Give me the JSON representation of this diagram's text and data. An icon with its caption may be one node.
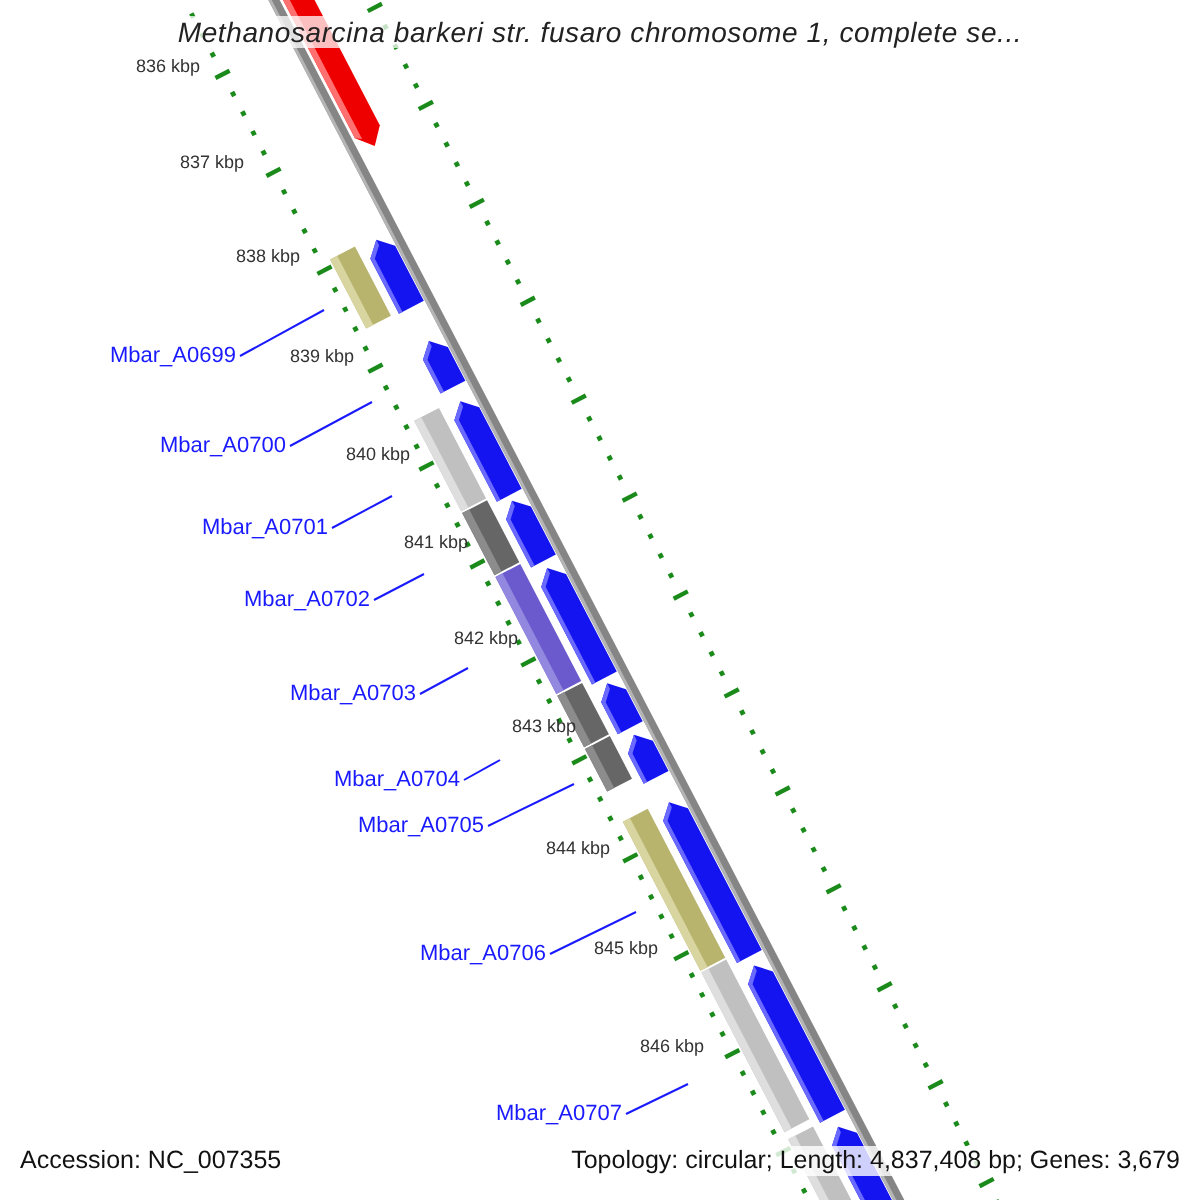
{
  "diagram": {
    "title": "Methanosarcina barkeri str. fusaro chromosome 1, complete se...",
    "nodes": [
      {
        "text": [
          "Mbar_A0699"
        ]
      },
      {
        "text": [
          "Mbar_A0700"
        ]
      },
      {
        "text": [
          "Mbar_A0701"
        ]
      },
      {
        "text": [
          "Mbar_A0702"
        ]
      },
      {
        "text": [
          "Mbar_A0703"
        ]
      },
      {
        "text": [
          "Mbar_A0704"
        ]
      },
      {
        "text": [
          "Mbar_A0705"
        ]
      },
      {
        "text": [
          "Mbar_A0706"
        ]
      },
      {
        "text": [
          "Mbar_A0707"
        ]
      }
    ],
    "edges": [
      {
        "from": 0,
        "to": null,
        "arrow": "none"
      },
      {
        "from": 1,
        "to": null,
        "arrow": "none"
      },
      {
        "from": 2,
        "to": null,
        "arrow": "none"
      },
      {
        "from": 3,
        "to": null,
        "arrow": "none"
      },
      {
        "from": 4,
        "to": null,
        "arrow": "none"
      },
      {
        "from": 5,
        "to": null,
        "arrow": "none"
      },
      {
        "from": 6,
        "to": null,
        "arrow": "none"
      },
      {
        "from": 7,
        "to": null,
        "arrow": "none"
      },
      {
        "from": 8,
        "to": null,
        "arrow": "none"
      }
    ],
    "labels": [
      "836 kbp",
      "837 kbp",
      "838 kbp",
      "839 kbp",
      "840 kbp",
      "841 kbp",
      "842 kbp",
      "843 kbp",
      "844 kbp",
      "845 kbp",
      "846 kbp",
      "Accession: NC_007355",
      "Topology: circular; Length: 4,837,408 bp; Genes: 3,679"
    ]
  }
}
